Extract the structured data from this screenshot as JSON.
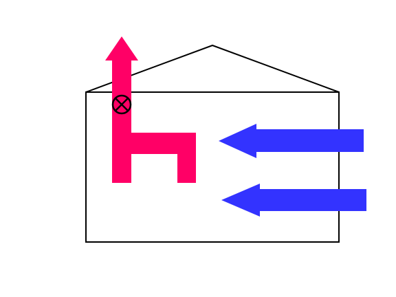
{
  "colors": {
    "background": "#ffffff",
    "outline": "#000000",
    "exhaust_duct": "#ff0066",
    "intake_arrow": "#3333ff"
  },
  "elements": {
    "house": "house-outline",
    "exhaust": "exhaust-duct-arrow",
    "valve": "valve-cross-icon",
    "intake": [
      "intake-arrow-upper",
      "intake-arrow-lower"
    ]
  }
}
